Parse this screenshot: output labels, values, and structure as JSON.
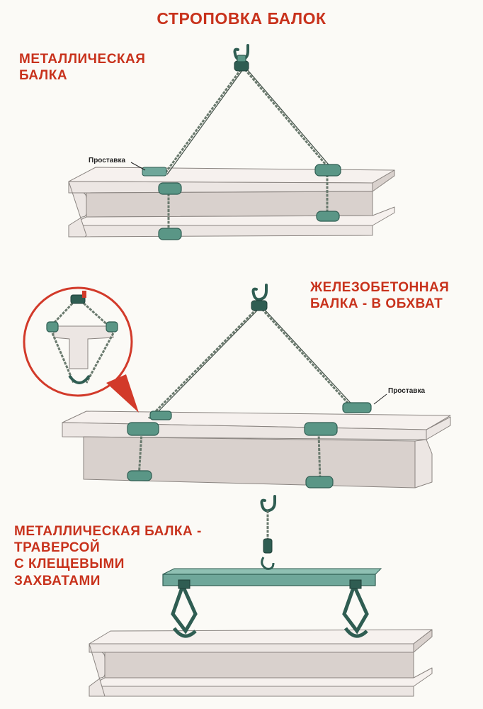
{
  "title": "СТРОПОВКА БАЛОК",
  "colors": {
    "heading": "#c8321c",
    "beam_fill": "#ece6e3",
    "beam_top": "#f6f1ee",
    "beam_shadow": "#d9d1cd",
    "beam_edge": "#8a8480",
    "rope": "#6a7a6e",
    "clamp": "#5a9686",
    "clamp_dark": "#2f5d52",
    "traverse": "#6fa79a",
    "callout_ring": "#d23a2a"
  },
  "sections": [
    {
      "id": "metal-beam",
      "label_lines": [
        "МЕТАЛЛИЧЕСКАЯ",
        "БАЛКА"
      ],
      "spacer_label": "Проставка"
    },
    {
      "id": "concrete-beam",
      "label_lines": [
        "ЖЕЛЕЗОБЕТОННАЯ",
        "БАЛКА - В ОБХВАТ"
      ],
      "spacer_label": "Проставка"
    },
    {
      "id": "traverse-beam",
      "label_lines": [
        "МЕТАЛЛИЧЕСКАЯ БАЛКА -",
        "ТРАВЕРСОЙ",
        "С КЛЕЩЕВЫМИ",
        "ЗАХВАТАМИ"
      ]
    }
  ],
  "icons": [
    "hook-icon",
    "sling-rope",
    "rope-clamp",
    "spacer",
    "tong-grip",
    "callout-magnifier"
  ]
}
